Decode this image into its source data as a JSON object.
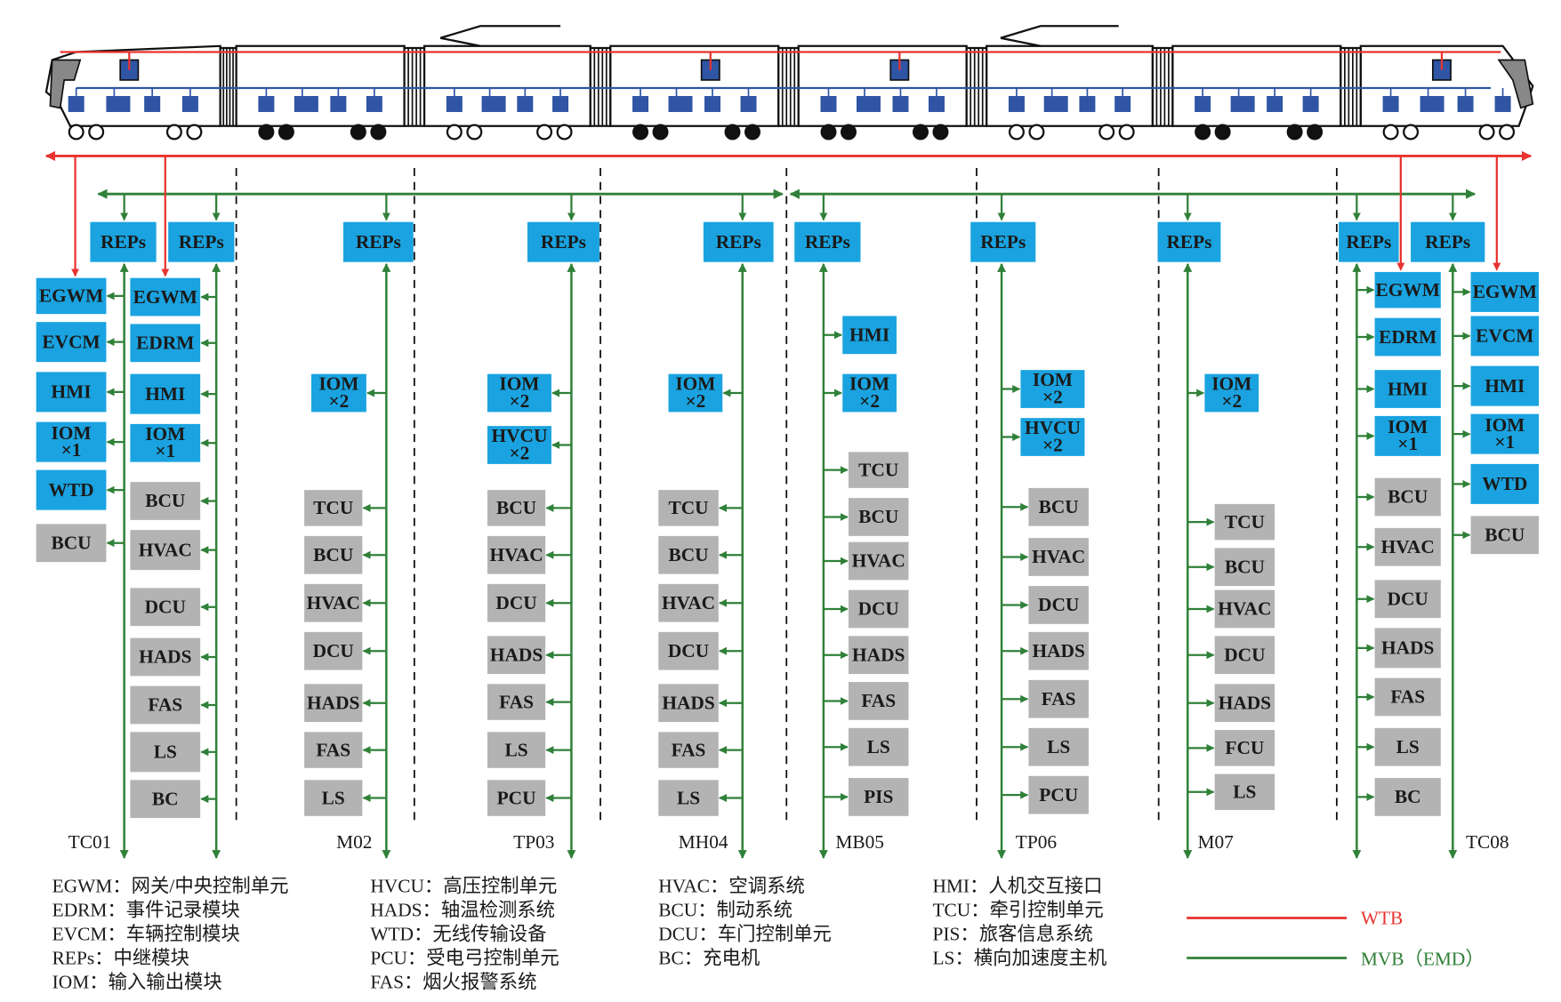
{
  "colors": {
    "wtb": "#e8332f",
    "mvb": "#2f8038",
    "blue_box": "#1aa3e0",
    "gray_box": "#b3b3b3",
    "train_blue": "#2f55a4"
  },
  "cars": [
    {
      "name": "TC01",
      "left": {
        "reps": "REPs",
        "boxes": [
          {
            "l": "EGWM",
            "c": "blue"
          },
          {
            "l": "EVCM",
            "c": "blue"
          },
          {
            "l": "HMI",
            "c": "blue"
          },
          {
            "l": "IOM\n×1",
            "c": "blue"
          },
          {
            "l": "WTD",
            "c": "blue"
          },
          {
            "l": "BCU",
            "c": "gray"
          }
        ]
      },
      "right": {
        "reps": "REPs",
        "boxes": [
          {
            "l": "EGWM",
            "c": "blue"
          },
          {
            "l": "EDRM",
            "c": "blue"
          },
          {
            "l": "HMI",
            "c": "blue"
          },
          {
            "l": "IOM\n×1",
            "c": "blue"
          },
          {
            "l": "BCU",
            "c": "gray"
          },
          {
            "l": "HVAC",
            "c": "gray"
          },
          {
            "l": "DCU",
            "c": "gray"
          },
          {
            "l": "HADS",
            "c": "gray"
          },
          {
            "l": "FAS",
            "c": "gray"
          },
          {
            "l": "LS",
            "c": "gray"
          },
          {
            "l": "BC",
            "c": "gray"
          }
        ]
      }
    },
    {
      "name": "M02",
      "reps": "REPs",
      "boxes": [
        {
          "l": "IOM\n×2",
          "c": "blue"
        },
        {
          "l": "TCU",
          "c": "gray"
        },
        {
          "l": "BCU",
          "c": "gray"
        },
        {
          "l": "HVAC",
          "c": "gray"
        },
        {
          "l": "DCU",
          "c": "gray"
        },
        {
          "l": "HADS",
          "c": "gray"
        },
        {
          "l": "FAS",
          "c": "gray"
        },
        {
          "l": "LS",
          "c": "gray"
        }
      ]
    },
    {
      "name": "TP03",
      "reps": "REPs",
      "boxes": [
        {
          "l": "IOM\n×2",
          "c": "blue"
        },
        {
          "l": "HVCU\n×2",
          "c": "blue"
        },
        {
          "l": "BCU",
          "c": "gray"
        },
        {
          "l": "HVAC",
          "c": "gray"
        },
        {
          "l": "DCU",
          "c": "gray"
        },
        {
          "l": "HADS",
          "c": "gray"
        },
        {
          "l": "FAS",
          "c": "gray"
        },
        {
          "l": "LS",
          "c": "gray"
        },
        {
          "l": "PCU",
          "c": "gray"
        }
      ]
    },
    {
      "name": "MH04",
      "reps": "REPs",
      "boxes": [
        {
          "l": "IOM\n×2",
          "c": "blue"
        },
        {
          "l": "TCU",
          "c": "gray"
        },
        {
          "l": "BCU",
          "c": "gray"
        },
        {
          "l": "HVAC",
          "c": "gray"
        },
        {
          "l": "DCU",
          "c": "gray"
        },
        {
          "l": "HADS",
          "c": "gray"
        },
        {
          "l": "FAS",
          "c": "gray"
        },
        {
          "l": "LS",
          "c": "gray"
        }
      ]
    },
    {
      "name": "MB05",
      "reps": "REPs",
      "boxes": [
        {
          "l": "HMI",
          "c": "blue"
        },
        {
          "l": "IOM\n×2",
          "c": "blue"
        },
        {
          "l": "TCU",
          "c": "gray"
        },
        {
          "l": "BCU",
          "c": "gray"
        },
        {
          "l": "HVAC",
          "c": "gray"
        },
        {
          "l": "DCU",
          "c": "gray"
        },
        {
          "l": "HADS",
          "c": "gray"
        },
        {
          "l": "FAS",
          "c": "gray"
        },
        {
          "l": "LS",
          "c": "gray"
        },
        {
          "l": "PIS",
          "c": "gray"
        }
      ]
    },
    {
      "name": "TP06",
      "reps": "REPs",
      "boxes": [
        {
          "l": "IOM\n×2",
          "c": "blue"
        },
        {
          "l": "HVCU\n×2",
          "c": "blue"
        },
        {
          "l": "BCU",
          "c": "gray"
        },
        {
          "l": "HVAC",
          "c": "gray"
        },
        {
          "l": "DCU",
          "c": "gray"
        },
        {
          "l": "HADS",
          "c": "gray"
        },
        {
          "l": "FAS",
          "c": "gray"
        },
        {
          "l": "LS",
          "c": "gray"
        },
        {
          "l": "PCU",
          "c": "gray"
        }
      ]
    },
    {
      "name": "M07",
      "reps": "REPs",
      "boxes": [
        {
          "l": "IOM\n×2",
          "c": "blue"
        },
        {
          "l": "TCU",
          "c": "gray"
        },
        {
          "l": "BCU",
          "c": "gray"
        },
        {
          "l": "HVAC",
          "c": "gray"
        },
        {
          "l": "DCU",
          "c": "gray"
        },
        {
          "l": "HADS",
          "c": "gray"
        },
        {
          "l": "FCU",
          "c": "gray"
        },
        {
          "l": "LS",
          "c": "gray"
        }
      ]
    },
    {
      "name": "TC08",
      "left": {
        "reps": "REPs",
        "boxes": [
          {
            "l": "EGWM",
            "c": "blue"
          },
          {
            "l": "EDRM",
            "c": "blue"
          },
          {
            "l": "HMI",
            "c": "blue"
          },
          {
            "l": "IOM\n×1",
            "c": "blue"
          },
          {
            "l": "BCU",
            "c": "gray"
          },
          {
            "l": "HVAC",
            "c": "gray"
          },
          {
            "l": "DCU",
            "c": "gray"
          },
          {
            "l": "HADS",
            "c": "gray"
          },
          {
            "l": "FAS",
            "c": "gray"
          },
          {
            "l": "LS",
            "c": "gray"
          },
          {
            "l": "BC",
            "c": "gray"
          }
        ]
      },
      "right": {
        "reps": "REPs",
        "boxes": [
          {
            "l": "EGWM",
            "c": "blue"
          },
          {
            "l": "EVCM",
            "c": "blue"
          },
          {
            "l": "HMI",
            "c": "blue"
          },
          {
            "l": "IOM\n×1",
            "c": "blue"
          },
          {
            "l": "WTD",
            "c": "blue"
          },
          {
            "l": "BCU",
            "c": "gray"
          }
        ]
      }
    }
  ],
  "legend": {
    "columns": [
      [
        "EGWM：网关/中央控制单元",
        "EDRM：事件记录模块",
        "EVCM：车辆控制模块",
        "REPs：中继模块",
        "IOM：输入输出模块"
      ],
      [
        "HVCU：高压控制单元",
        "HADS：轴温检测系统",
        "WTD：无线传输设备",
        "PCU：受电弓控制单元",
        "FAS：烟火报警系统"
      ],
      [
        "HVAC：空调系统",
        "BCU：制动系统",
        "DCU：车门控制单元",
        "BC：充电机"
      ],
      [
        "HMI：人机交互接口",
        "TCU：牵引控制单元",
        "PIS：旅客信息系统",
        "LS：横向加速度主机"
      ]
    ],
    "wtb_label": "WTB",
    "mvb_label": "MVB（EMD）"
  }
}
